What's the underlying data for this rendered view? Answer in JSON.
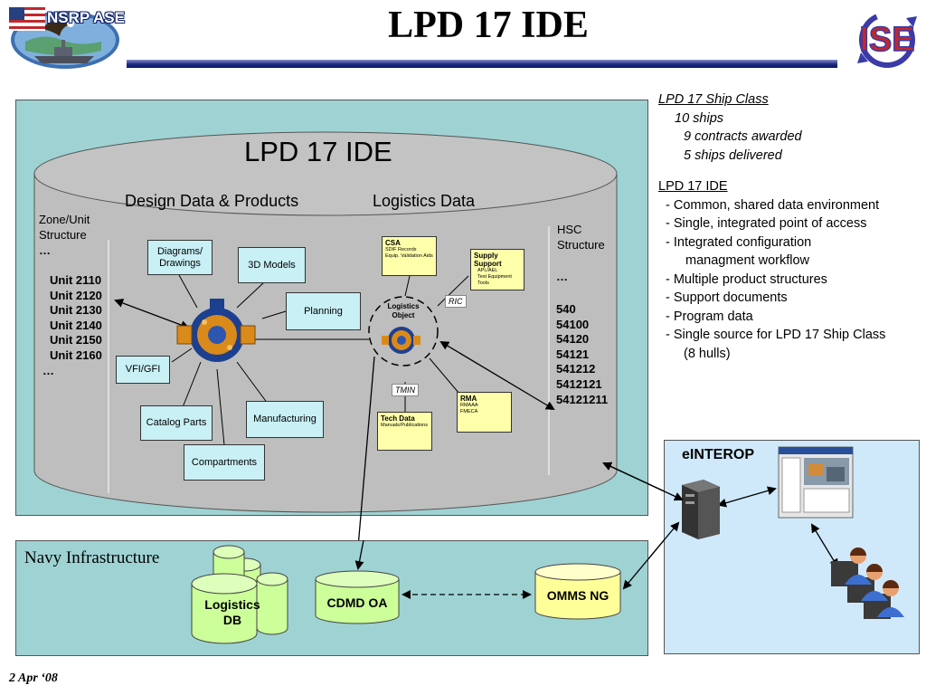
{
  "header": {
    "title": "LPD 17 IDE",
    "logo_left_text": "NSRP ASE",
    "logo_right_text": "ISE"
  },
  "cylinder": {
    "title": "LPD 17 IDE",
    "design_label": "Design Data & Products",
    "logistics_label": "Logistics Data",
    "zone_label_1": "Zone/Unit",
    "zone_label_2": "Structure",
    "zone_dots": "…",
    "units": [
      "Unit 2110",
      "Unit 2120",
      "Unit 2130",
      "Unit 2140",
      "Unit 2150",
      "Unit 2160"
    ],
    "units_dots": "…",
    "hsc_label_1": "HSC",
    "hsc_label_2": "Structure",
    "hsc_dots": "…",
    "hsc_codes": [
      "540",
      "54100",
      "54120",
      "54121",
      "541212",
      "5412121",
      "54121211"
    ]
  },
  "design_boxes": {
    "diagrams_1": "Diagrams/",
    "diagrams_2": "Drawings",
    "models": "3D Models",
    "planning": "Planning",
    "vfi": "VFI/GFI",
    "catalog": "Catalog Parts",
    "manufacturing": "Manufacturing",
    "compartments": "Compartments"
  },
  "logistics": {
    "object_1": "Logistics",
    "object_2": "Object",
    "ric": "RIC",
    "tmin": "TMIN",
    "csa_title": "CSA",
    "csa_lines": [
      "SDIF Records",
      "Equip. Validation Aids"
    ],
    "supply_title_1": "Supply",
    "supply_title_2": "Support",
    "supply_lines": [
      "APL/AEL",
      "Test Equipment",
      "Tools"
    ],
    "rma_title": "RMA",
    "rma_lines": [
      "RMAAA",
      "FMECA"
    ],
    "tech_title": "Tech Data",
    "tech_lines": [
      "Manuals/Publications"
    ]
  },
  "right_text": {
    "class_heading": "LPD 17 Ship Class",
    "class_lines": [
      "10 ships",
      "9 contracts awarded",
      "5 ships delivered"
    ],
    "ide_heading": "LPD 17 IDE",
    "ide_lines": [
      "- Common, shared data environment",
      "- Single, integrated point of access",
      "- Integrated configuration",
      "managment workflow",
      "- Multiple product structures",
      "- Support documents",
      "- Program data",
      "- Single source for LPD 17 Ship Class",
      "(8 hulls)"
    ]
  },
  "navy": {
    "title": "Navy Infrastructure",
    "logistics_db_1": "Logistics",
    "logistics_db_2": "DB",
    "cdmd": "CDMD OA",
    "omms": "OMMS NG"
  },
  "einterop": {
    "title": "eINTEROP"
  },
  "footer": {
    "date": "2 Apr ‘08"
  },
  "colors": {
    "panel": "#9fd2d3",
    "cylinder": "#bebebe",
    "box": "#c8f0f5",
    "note": "#ffffaa",
    "db": "#ccff99",
    "db_yellow": "#ffff99",
    "einterop": "#cfe9fb"
  },
  "icons": [
    "flag-icon",
    "eagle-icon",
    "ship-icon",
    "gear-pump-icon",
    "server-icon",
    "screenshot-icon",
    "users-icon",
    "database-icon"
  ]
}
